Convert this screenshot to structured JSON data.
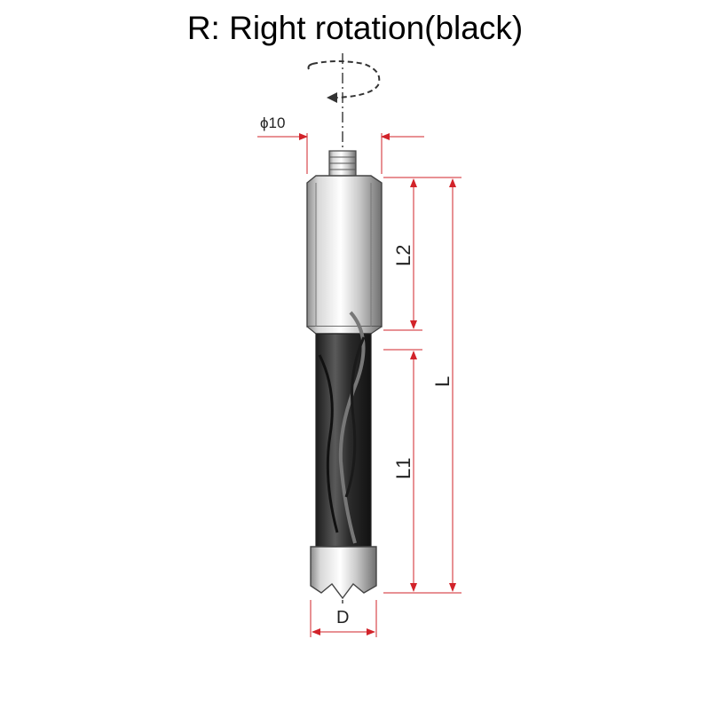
{
  "title": "R:  Right rotation(black)",
  "dimensions": {
    "shank_diameter": "ϕ10",
    "shank_length": "L2",
    "total_length": "L",
    "cutting_length": "L1",
    "diameter": "D"
  },
  "colors": {
    "dimension_line": "#d2232a",
    "outline": "#333333",
    "flute_black": "#2a2a2a"
  }
}
